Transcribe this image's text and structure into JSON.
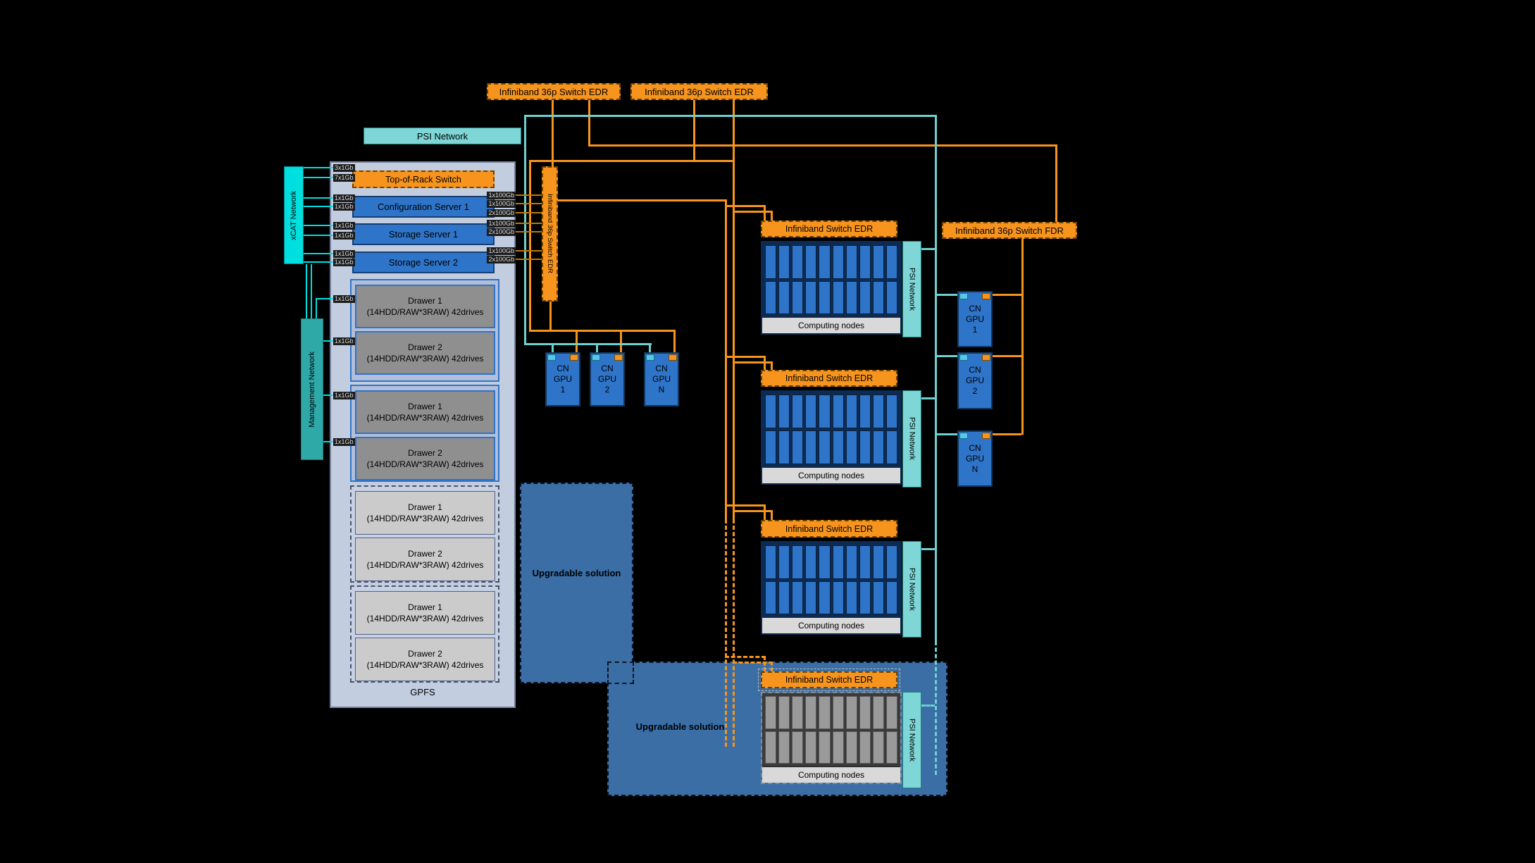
{
  "colors": {
    "infiniband_orange": "#F7941D",
    "psi_teal": "#7FD6D6",
    "management_teal": "#2FA8A8",
    "xcat_cyan": "#00DFDF",
    "server_blue": "#2E74C8",
    "upgradable_blue": "#3A6EA5",
    "rack_panel": "#C3CDE0",
    "drawer_gray": "#8F8F8F",
    "drawer_light_gray": "#CBCBCB"
  },
  "network": {
    "psi": "PSI Network",
    "xcat": "xCAT Network",
    "management": "Management Network"
  },
  "switches": {
    "top_left": "Infiniband 36p Switch EDR",
    "top_right": "Infiniband 36p Switch EDR",
    "vertical": "Infiniband 36p Switch EDR",
    "fdr": "Infiniband 36p Switch FDR"
  },
  "rack": {
    "top_of_rack": "Top-of-Rack Switch",
    "servers": [
      "Configuration Server 1",
      "Storage Server 1",
      "Storage Server 2"
    ],
    "drawers": [
      {
        "line1": "Drawer 1",
        "line2": "(14HDD/RAW*3RAW) 42drives"
      },
      {
        "line1": "Drawer 2",
        "line2": "(14HDD/RAW*3RAW) 42drives"
      },
      {
        "line1": "Drawer 1",
        "line2": "(14HDD/RAW*3RAW) 42drives"
      },
      {
        "line1": "Drawer 2",
        "line2": "(14HDD/RAW*3RAW) 42drives"
      },
      {
        "line1": "Drawer 1",
        "line2": "(14HDD/RAW*3RAW) 42drives"
      },
      {
        "line1": "Drawer 2",
        "line2": "(14HDD/RAW*3RAW) 42drives"
      },
      {
        "line1": "Drawer 1",
        "line2": "(14HDD/RAW*3RAW) 42drives"
      },
      {
        "line1": "Drawer 2",
        "line2": "(14HDD/RAW*3RAW) 42drives"
      }
    ],
    "gpfs": "GPFS"
  },
  "ports": {
    "left": [
      "3x1Gb",
      "7x1Gb",
      "1x1Gb",
      "1x1Gb",
      "1x1Gb",
      "1x1Gb",
      "1x1Gb",
      "1x1Gb",
      "1x1Gb",
      "1x1Gb",
      "1x1Gb",
      "1x1Gb"
    ],
    "right": [
      "1x100Gb",
      "1x100Gb",
      "2x100Gb",
      "1x100Gb",
      "2x100Gb",
      "1x100Gb",
      "2x100Gb"
    ]
  },
  "upgradable": {
    "left": "Upgradable solution",
    "bottom": "Upgradable solution"
  },
  "gpus": {
    "left": [
      [
        "CN",
        "GPU",
        "1"
      ],
      [
        "CN",
        "GPU",
        "2"
      ],
      [
        "CN",
        "GPU",
        "N"
      ]
    ],
    "right": [
      [
        "CN",
        "GPU",
        "1"
      ],
      [
        "CN",
        "GPU",
        "2"
      ],
      [
        "CN",
        "GPU",
        "N"
      ]
    ]
  },
  "clusters": [
    {
      "header": "Infiniband Switch EDR",
      "nodes_label": "Computing nodes",
      "psi": "PSI Network"
    },
    {
      "header": "Infiniband Switch EDR",
      "nodes_label": "Computing nodes",
      "psi": "PSI Network"
    },
    {
      "header": "Infiniband Switch EDR",
      "nodes_label": "Computing nodes",
      "psi": "PSI Network"
    },
    {
      "header": "Infiniband Switch EDR",
      "nodes_label": "Computing nodes",
      "psi": "PSI Network"
    }
  ]
}
